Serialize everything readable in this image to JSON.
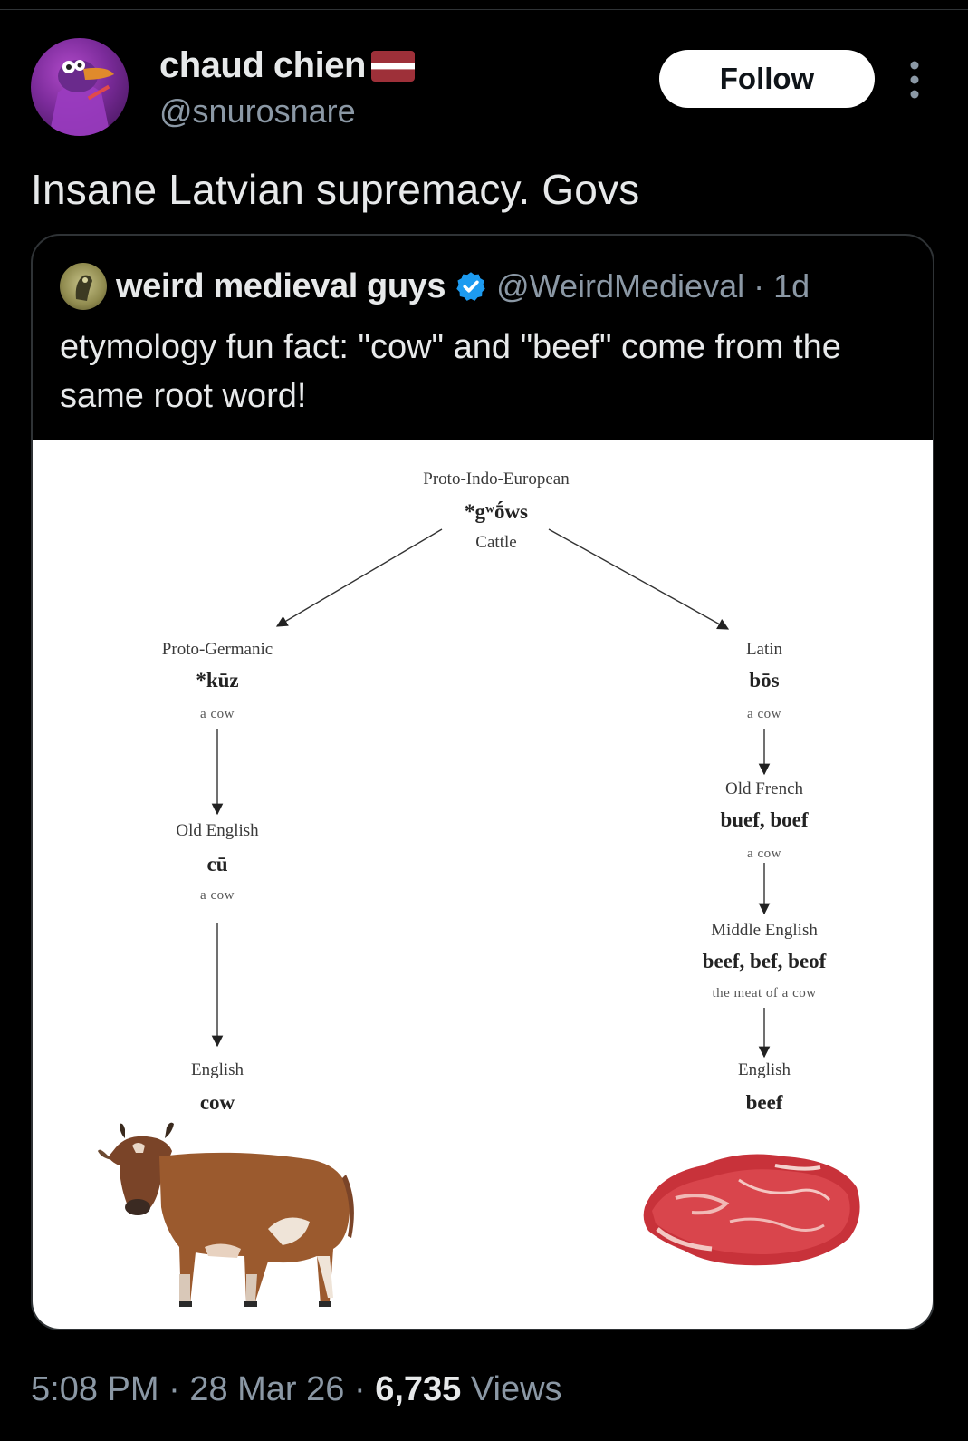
{
  "author": {
    "display_name": "chaud chien",
    "handle": "@snurosnare",
    "flag_icon": "latvia-flag-icon"
  },
  "follow_label": "Follow",
  "more_icon": "more-vertical-icon",
  "tweet_text": "Insane Latvian supremacy. Govs",
  "quoted": {
    "display_name": "weird medieval guys",
    "verified_icon": "verified-badge-icon",
    "handle": "@WeirdMedieval",
    "separator": "·",
    "time": "1d",
    "text": "etymology fun fact: \"cow\" and \"beef\" come from the same root word!",
    "diagram": {
      "root": {
        "language": "Proto-Indo-European",
        "word": "*gʷṓws",
        "gloss": "Cattle"
      },
      "left_branch": [
        {
          "language": "Proto-Germanic",
          "word": "*kūz",
          "gloss": "a cow"
        },
        {
          "language": "Old English",
          "word": "cū",
          "gloss": "a cow"
        },
        {
          "language": "English",
          "word": "cow",
          "gloss": ""
        }
      ],
      "right_branch": [
        {
          "language": "Latin",
          "word": "bōs",
          "gloss": "a cow"
        },
        {
          "language": "Old French",
          "word": "buef, boef",
          "gloss": "a cow"
        },
        {
          "language": "Middle English",
          "word": "beef, bef, beof",
          "gloss": "the meat of a cow"
        },
        {
          "language": "English",
          "word": "beef",
          "gloss": ""
        }
      ],
      "left_image": "cow-illustration",
      "right_image": "beef-steak-illustration"
    }
  },
  "meta": {
    "time": "5:08 PM",
    "sep1": "·",
    "date": "28 Mar 26",
    "sep2": "·",
    "views_count": "6,735",
    "views_label": "Views"
  },
  "colors": {
    "background": "#000000",
    "text_primary": "#e7e9ea",
    "text_secondary": "#8b98a5",
    "border": "#2f3336",
    "verified": "#1d9bf0",
    "flag_red": "#9e3039",
    "flag_white": "#ffffff"
  }
}
